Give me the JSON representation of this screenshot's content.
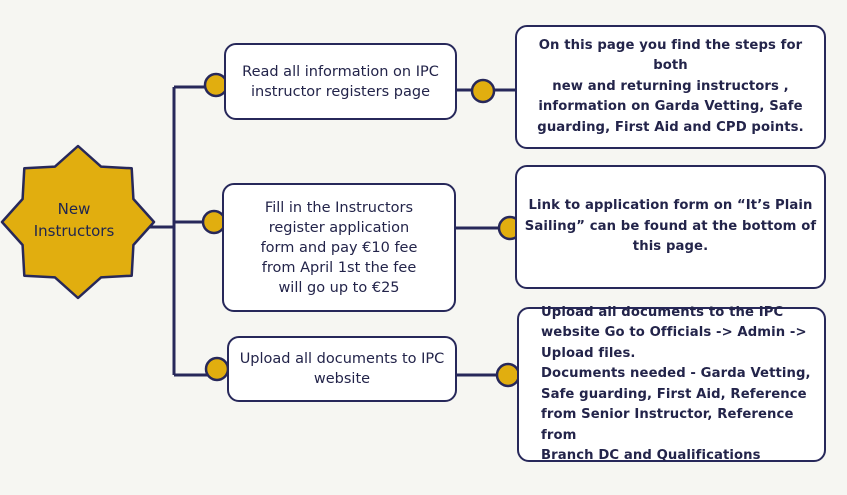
{
  "colors": {
    "background": "#f6f6f2",
    "navy": "#27285a",
    "gold": "#e1ae0f",
    "box_fill": "#ffffff"
  },
  "start_node": {
    "label_line1": "New",
    "label_line2": "Instructors",
    "shape": "star-burst"
  },
  "steps": [
    {
      "lines": [
        "Read all information on IPC",
        "instructor registers page"
      ],
      "note_lines": [
        "On this page you find the steps for both",
        "new and returning instructors ,",
        "information on Garda Vetting, Safe",
        "guarding, First Aid and CPD points."
      ]
    },
    {
      "lines": [
        "Fill in the Instructors",
        "register application",
        "form and pay €10 fee",
        "from April 1st the fee",
        "will go up to €25"
      ],
      "note_lines": [
        "Link to application form on “It’s Plain",
        "Sailing” can be found at the bottom of",
        "this page."
      ]
    },
    {
      "lines": [
        "Upload all documents to IPC",
        "website"
      ],
      "note_lines": [
        "Upload all documents to the IPC",
        "website Go to Officials -> Admin ->",
        "Upload files.",
        "Documents needed - Garda Vetting,",
        "Safe guarding, First Aid, Reference",
        "from Senior Instructor, Reference from",
        "Branch DC and Qualifications"
      ]
    }
  ]
}
